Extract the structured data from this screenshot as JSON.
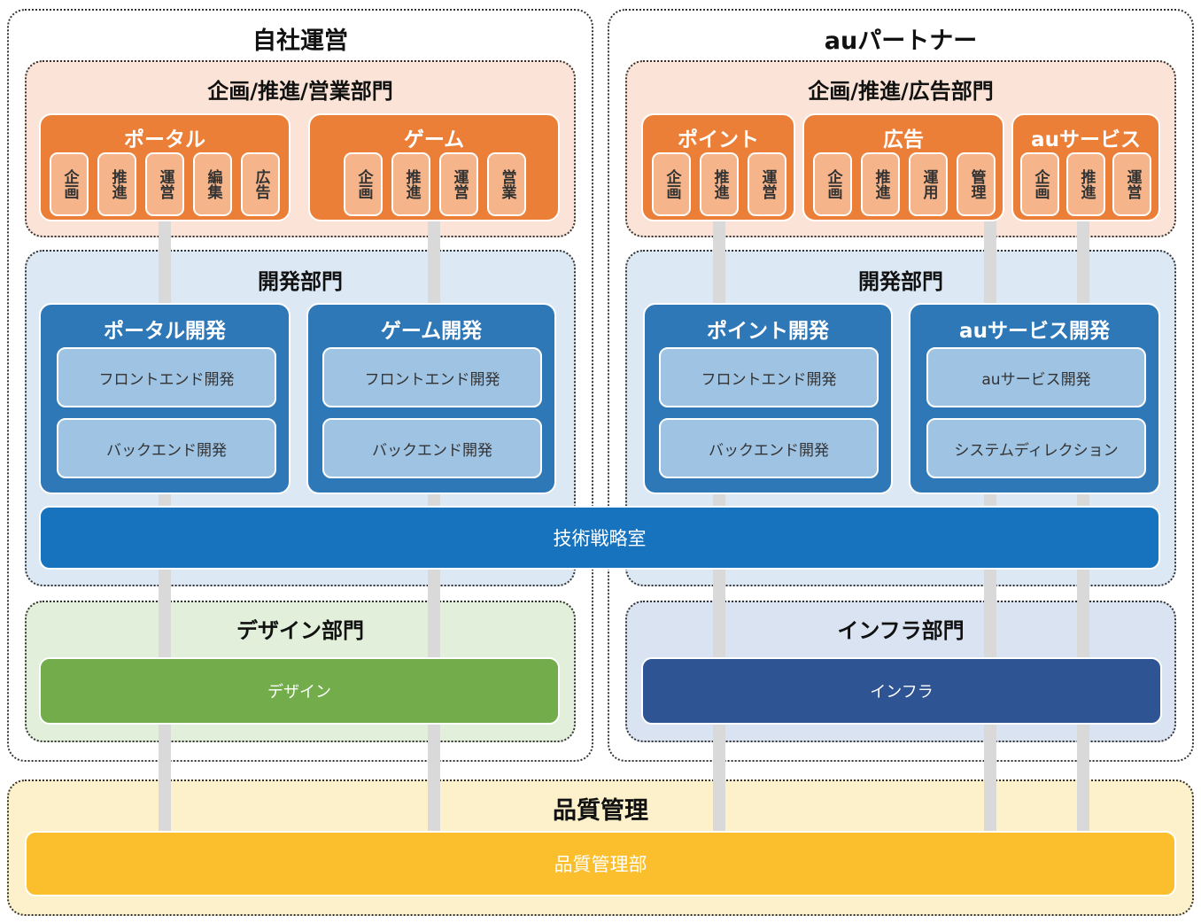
{
  "left": {
    "title": "自社運営",
    "planning": {
      "title": "企画/推進/営業部門",
      "groups": [
        {
          "name": "ポータル",
          "tiles": [
            "企画",
            "推進",
            "運営",
            "編集",
            "広告"
          ]
        },
        {
          "name": "ゲーム",
          "tiles": [
            "企画",
            "推進",
            "運営",
            "営業"
          ]
        }
      ]
    },
    "dev": {
      "title": "開発部門",
      "groups": [
        {
          "name": "ポータル開発",
          "items": [
            "フロントエンド開発",
            "バックエンド開発"
          ]
        },
        {
          "name": "ゲーム開発",
          "items": [
            "フロントエンド開発",
            "バックエンド開発"
          ]
        }
      ]
    },
    "design": {
      "title": "デザイン部門",
      "bar": "デザイン"
    }
  },
  "right": {
    "title": "auパートナー",
    "planning": {
      "title": "企画/推進/広告部門",
      "groups": [
        {
          "name": "ポイント",
          "tiles": [
            "企画",
            "推進",
            "運営"
          ]
        },
        {
          "name": "広告",
          "tiles": [
            "企画",
            "推進",
            "運用",
            "管理"
          ]
        },
        {
          "name": "auサービス",
          "tiles": [
            "企画",
            "推進",
            "運営"
          ]
        }
      ]
    },
    "dev": {
      "title": "開発部門",
      "groups": [
        {
          "name": "ポイント開発",
          "items": [
            "フロントエンド開発",
            "バックエンド開発"
          ]
        },
        {
          "name": "auサービス開発",
          "items": [
            "auサービス開発",
            "システムディレクション"
          ]
        }
      ]
    },
    "infra": {
      "title": "インフラ部門",
      "bar": "インフラ"
    }
  },
  "tech_strategy": "技術戦略室",
  "quality": {
    "title": "品質管理",
    "bar": "品質管理部"
  },
  "colors": {
    "orange": "#ec7f37",
    "orange_light": "#f5b48a",
    "orange_bg": "#fbe4d7",
    "blue": "#2f78b8",
    "blue_light": "#9fc3e3",
    "blue_bg": "#dce9f5",
    "tech_blue": "#1773be",
    "green": "#72ac4b",
    "green_bg": "#e2efda",
    "navy": "#2e5494",
    "navy_bg": "#dae3f2",
    "gold": "#fbbf2d",
    "gold_bg": "#fdf1cb",
    "connector": "#d9d9d9"
  }
}
